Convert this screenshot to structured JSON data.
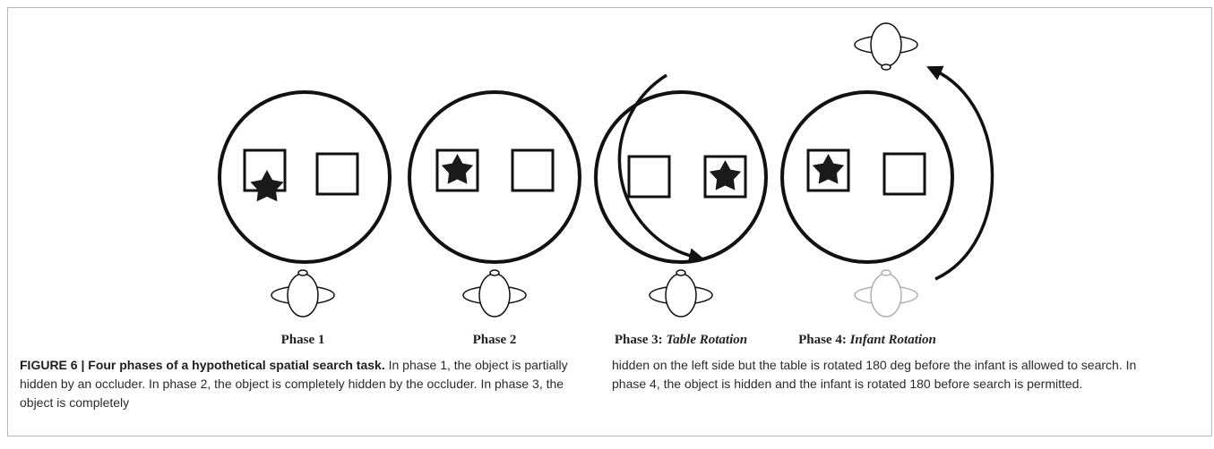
{
  "figure": {
    "phases": [
      {
        "label_main": "Phase 1",
        "label_italic": ""
      },
      {
        "label_main": "Phase 2",
        "label_italic": ""
      },
      {
        "label_main": "Phase 3: ",
        "label_italic": "Table Rotation"
      },
      {
        "label_main": "Phase 4: ",
        "label_italic": "Infant Rotation"
      }
    ],
    "colors": {
      "stroke": "#111111",
      "star": "#1a1a1a",
      "faded_infant": "#b0b0b0",
      "frame": "#b9b9b9"
    }
  },
  "caption": {
    "lead": "FIGURE 6 | Four phases of a hypothetical spatial search task.",
    "text_left": " In phase 1, the object is partially hidden by an occluder. In phase 2, the object is completely hidden by the occluder. In phase 3, the object is completely",
    "text_right": "hidden on the left side but the table is rotated 180 deg before the infant is allowed to search. In phase 4, the object is hidden and the infant is rotated 180 before search is permitted."
  }
}
